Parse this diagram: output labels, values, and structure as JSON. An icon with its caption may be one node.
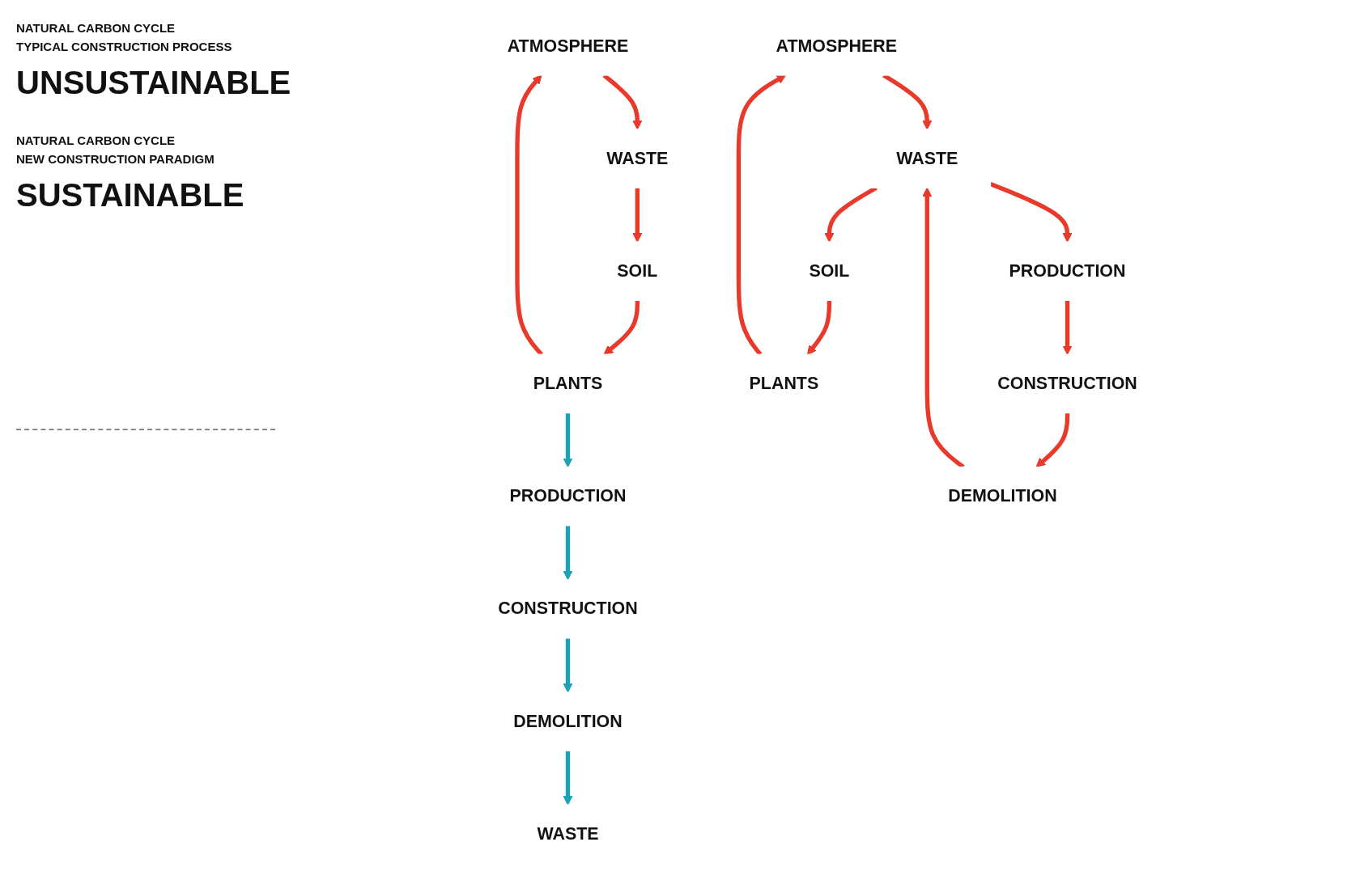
{
  "diagram": {
    "nodes": [
      {
        "text": [
          "ATMOSPHERE"
        ]
      },
      {
        "text": [
          "PRODUCTION"
        ]
      },
      {
        "text": [
          "CONSTRUCTION"
        ]
      },
      {
        "text": [
          "PLANTS"
        ]
      },
      {
        "text": [
          "WASTE"
        ]
      },
      {
        "text": [
          "SOIL"
        ]
      },
      {
        "text": [
          "DEMOLITION"
        ]
      },
      {
        "text": [
          "WASTE"
        ]
      },
      {
        "text": [
          "ATMOSPHERE"
        ]
      },
      {
        "text": [
          "PRODUCTION"
        ]
      },
      {
        "text": [
          "PLANTS"
        ]
      },
      {
        "text": [
          "WASTE"
        ]
      },
      {
        "text": [
          "CONSTRUCTION"
        ]
      },
      {
        "text": [
          "SOIL"
        ]
      },
      {
        "text": [
          "DEMOLITION"
        ]
      }
    ],
    "edges": [
      {
        "from": 3,
        "to": 0,
        "arrow": "to"
      },
      {
        "from": 0,
        "to": 4,
        "arrow": "to"
      },
      {
        "from": 4,
        "to": 5,
        "arrow": "to"
      },
      {
        "from": 5,
        "to": 3,
        "arrow": "to"
      },
      {
        "from": 3,
        "to": 1,
        "arrow": "to",
        "color": "#1aa3b8"
      },
      {
        "from": 1,
        "to": 2,
        "arrow": "to",
        "color": "#1aa3b8"
      },
      {
        "from": 2,
        "to": 6,
        "arrow": "to",
        "color": "#1aa3b8"
      },
      {
        "from": 6,
        "to": 7,
        "arrow": "to",
        "color": "#1aa3b8"
      },
      {
        "from": 10,
        "to": 8,
        "arrow": "to"
      },
      {
        "from": 8,
        "to": 11,
        "arrow": "to"
      },
      {
        "from": 11,
        "to": 13,
        "arrow": "to"
      },
      {
        "from": 13,
        "to": 10,
        "arrow": "to"
      },
      {
        "from": 11,
        "to": 9,
        "arrow": "to"
      },
      {
        "from": 9,
        "to": 12,
        "arrow": "to"
      },
      {
        "from": 12,
        "to": 14,
        "arrow": "to"
      },
      {
        "from": 14,
        "to": 11,
        "arrow": "to"
      }
    ],
    "labels": [
      "NATURAL CARBON CYCLE",
      "TYPICAL CONSTRUCTION PROCESS",
      "UNSUSTAINABLE",
      "NATURAL CARBON CYCLE",
      "NEW CONSTRUCTION PARADIGM",
      "SUSTAINABLE"
    ]
  }
}
